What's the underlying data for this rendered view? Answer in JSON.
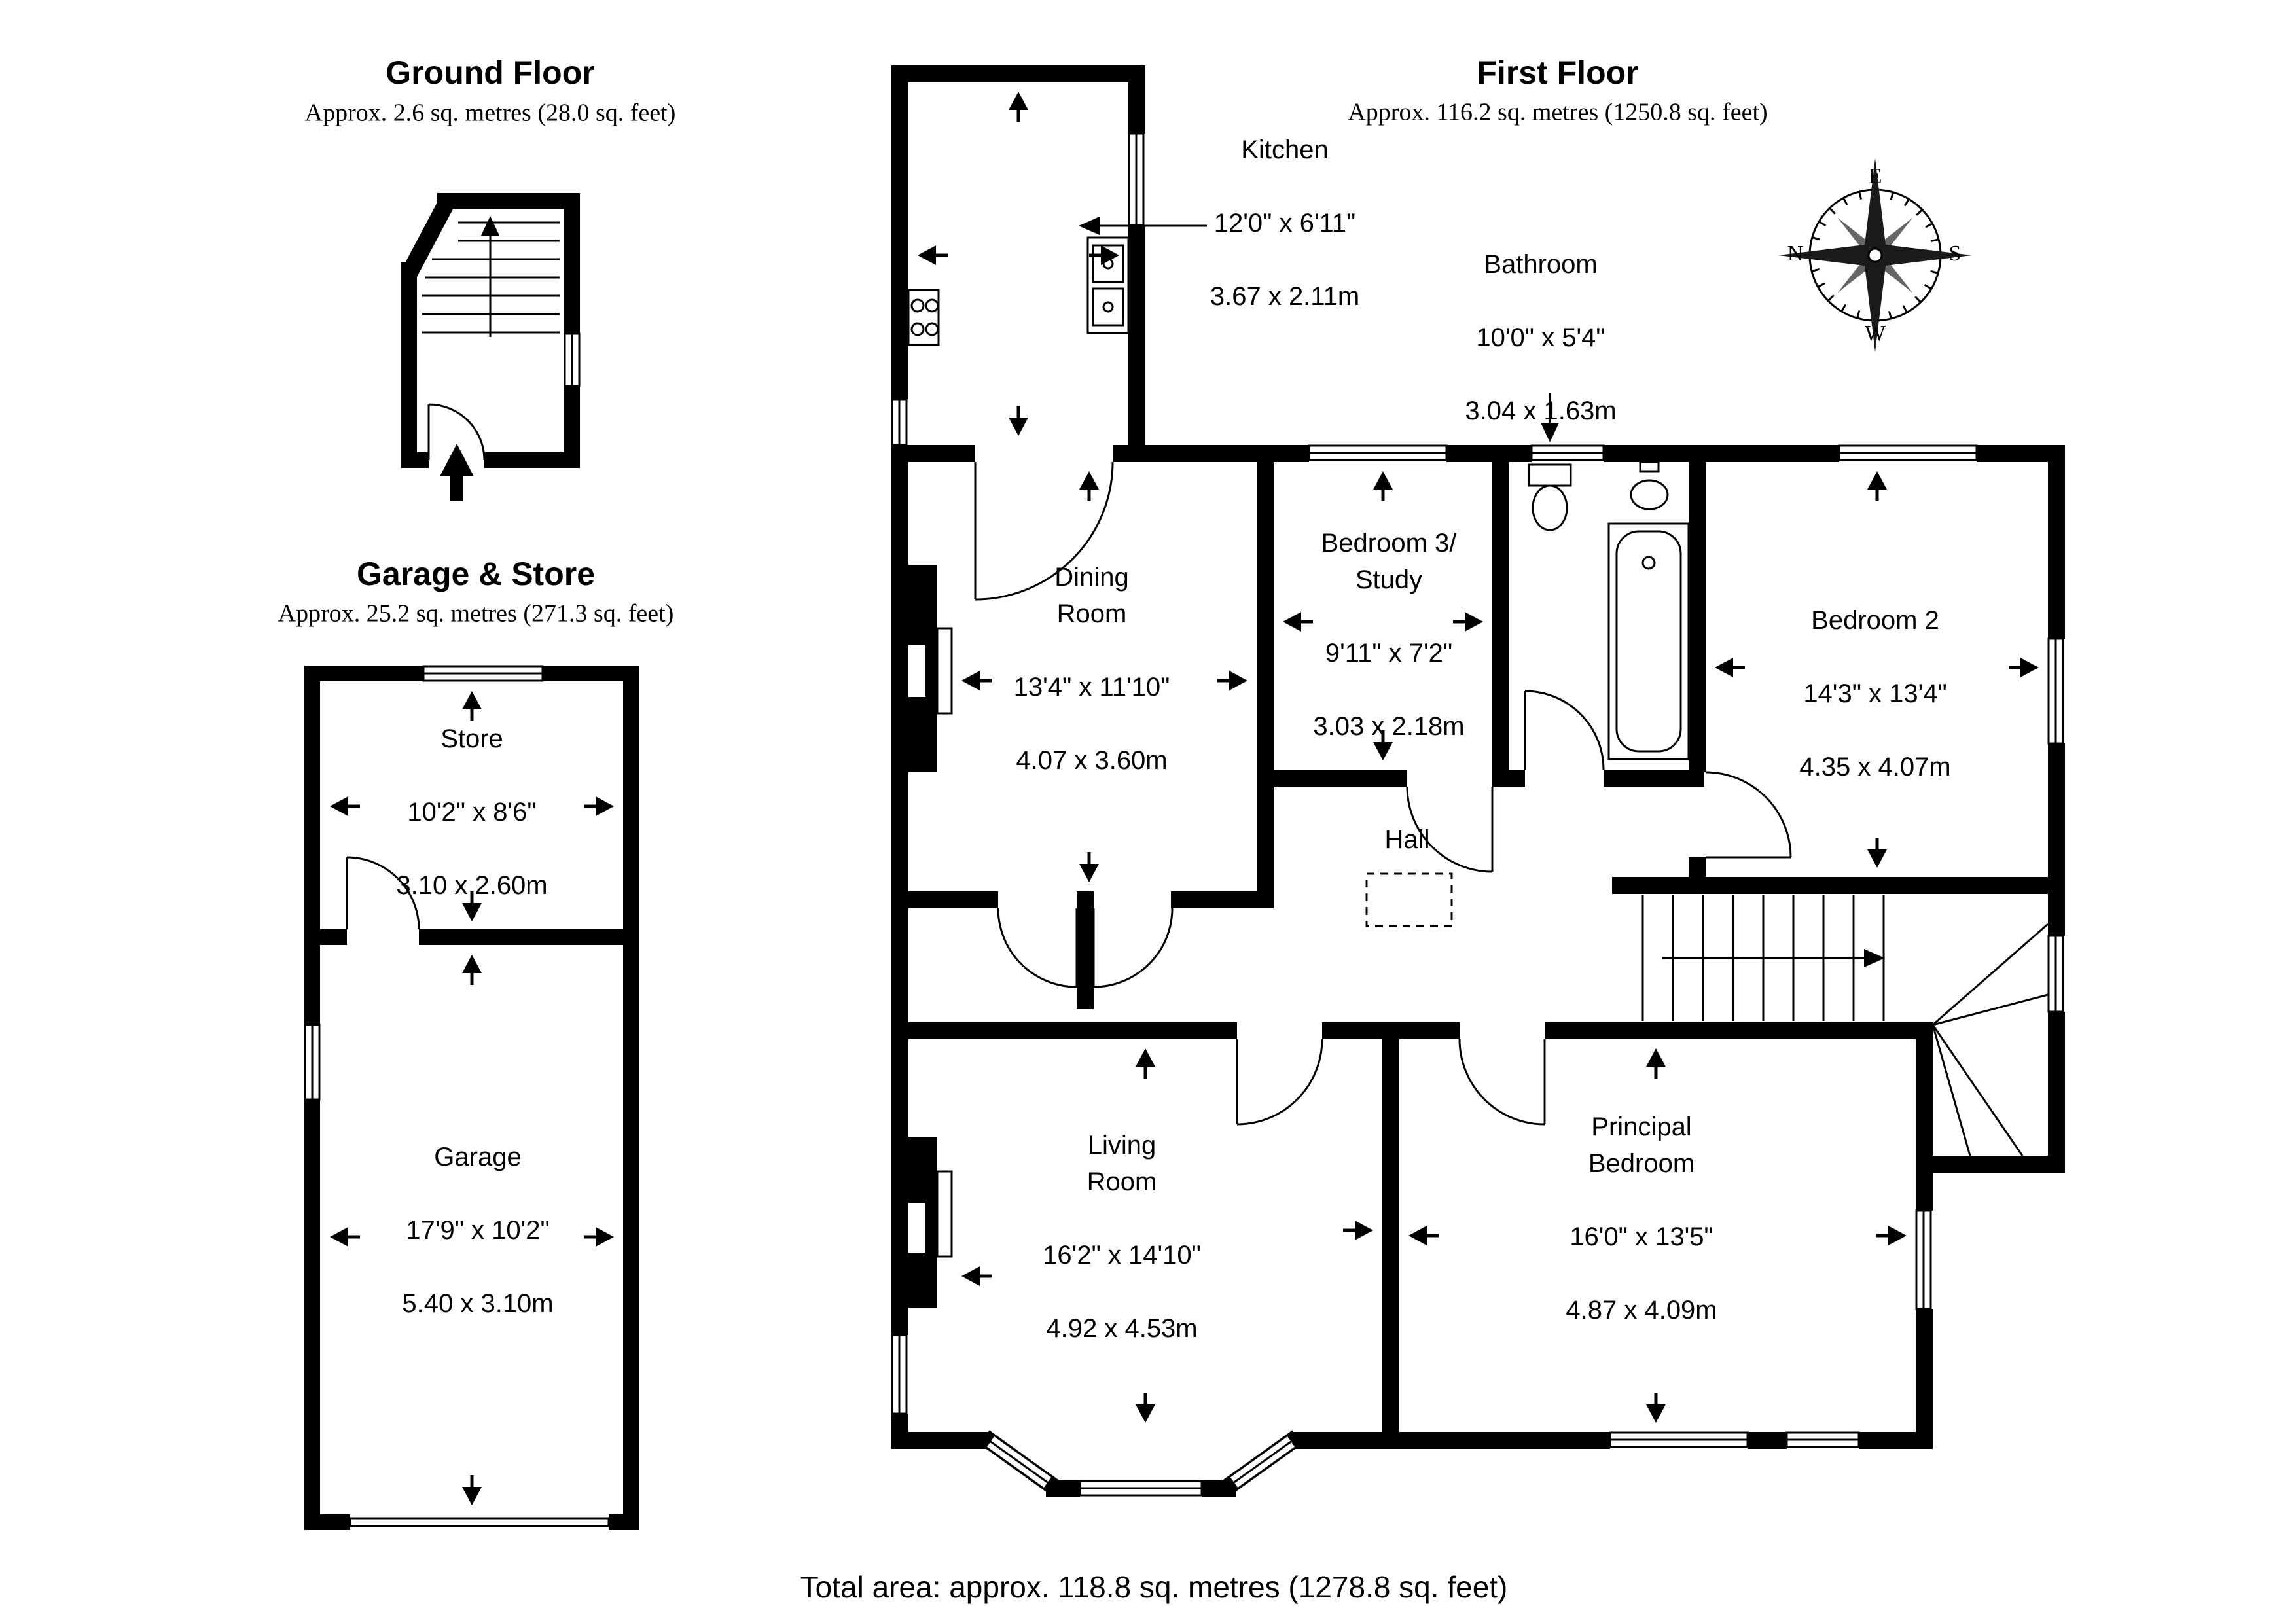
{
  "page": {
    "total_area": "Total area: approx. 118.8 sq. metres (1278.8 sq. feet)"
  },
  "sections": {
    "ground_floor": {
      "title": "Ground Floor",
      "area": "Approx. 2.6 sq. metres (28.0 sq. feet)"
    },
    "garage_store": {
      "title": "Garage & Store",
      "area": "Approx. 25.2 sq. metres (271.3 sq. feet)"
    },
    "first_floor": {
      "title": "First Floor",
      "area": "Approx. 116.2 sq. metres (1250.8 sq. feet)"
    }
  },
  "rooms": {
    "store": {
      "name": "Store",
      "imperial": "10'2\" x 8'6\"",
      "metric": "3.10 x 2.60m"
    },
    "garage": {
      "name": "Garage",
      "imperial": "17'9\" x 10'2\"",
      "metric": "5.40 x 3.10m"
    },
    "kitchen": {
      "name": "Kitchen",
      "imperial": "12'0\" x 6'11\"",
      "metric": "3.67 x 2.11m"
    },
    "bathroom": {
      "name": "Bathroom",
      "imperial": "10'0\" x 5'4\"",
      "metric": "3.04 x 1.63m"
    },
    "dining": {
      "name": "Dining\nRoom",
      "imperial": "13'4\" x 11'10\"",
      "metric": "4.07 x 3.60m"
    },
    "bedroom3": {
      "name": "Bedroom 3/\nStudy",
      "imperial": "9'11\" x 7'2\"",
      "metric": "3.03 x 2.18m"
    },
    "bedroom2": {
      "name": "Bedroom 2",
      "imperial": "14'3\" x 13'4\"",
      "metric": "4.35 x 4.07m"
    },
    "hall": {
      "name": "Hall"
    },
    "living": {
      "name": "Living\nRoom",
      "imperial": "16'2\" x 14'10\"",
      "metric": "4.92 x 4.53m"
    },
    "principal": {
      "name": "Principal\nBedroom",
      "imperial": "16'0\" x 13'5\"",
      "metric": "4.87 x 4.09m"
    }
  },
  "compass": {
    "n": "N",
    "e": "E",
    "s": "S",
    "w": "W"
  }
}
